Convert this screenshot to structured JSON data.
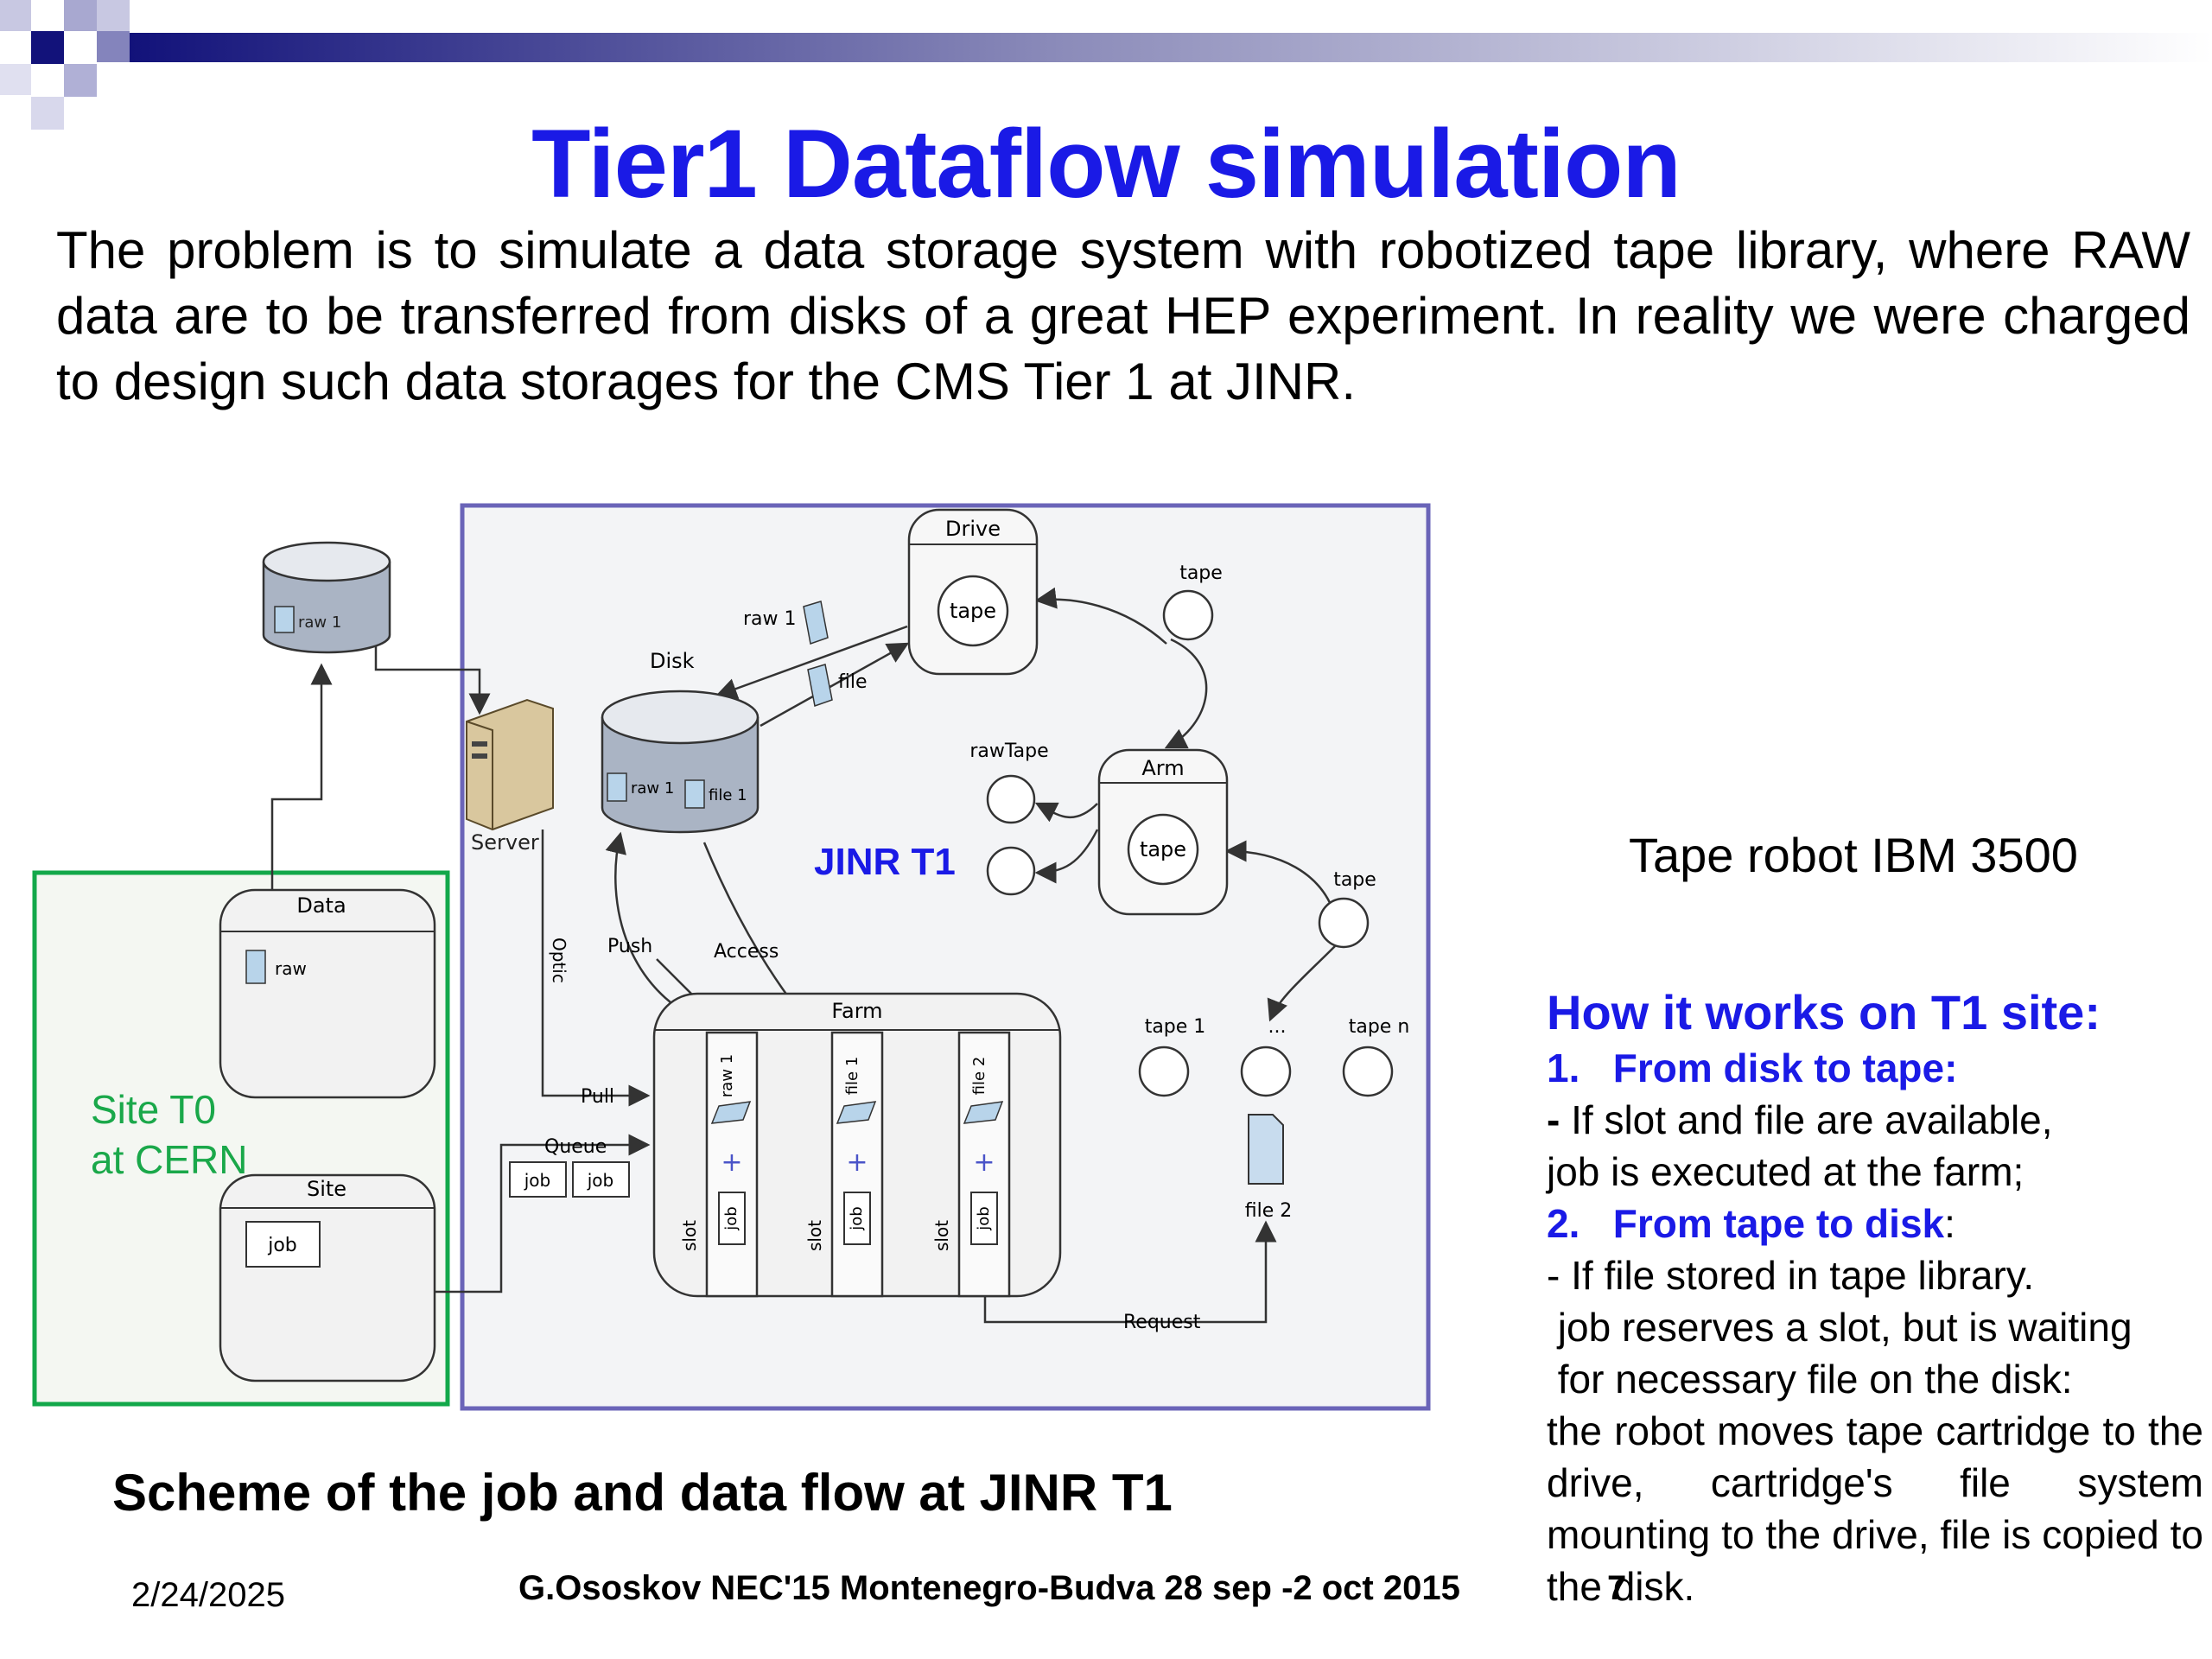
{
  "slide": {
    "title": "Tier1 Dataflow simulation",
    "intro": "The problem is to simulate a data storage system with robotized tape library, where RAW data are to be transferred from disks of a great HEP experiment. In reality we were charged to design such data storages for the CMS Tier 1 at JINR.",
    "caption": "Scheme of the job and data flow at JINR T1",
    "date": "2/24/2025",
    "footer": "G.Ososkov NEC'15 Montenegro-Budva 28 sep -2 oct 2015",
    "page_number": "7",
    "tape_robot_label": "Tape robot IBM 3500"
  },
  "how": {
    "heading": "How it works on T1 site:",
    "step1_num": "1.",
    "step1_title": "From disk to tape:",
    "step1_line1_dash": "-",
    "step1_line1": " If slot and file are available,",
    "step1_line2": "job is executed at the farm;",
    "step2_num": "2.",
    "step2_title": "From tape to disk",
    "step2_colon": ":",
    "step2_line1": "- If file stored in tape library.",
    "step2_line2": " job reserves a slot, but is waiting",
    "step2_line3": " for necessary file on the disk:",
    "step2_para": "the robot moves tape cartridge to the drive, cartridge's file system mounting to the drive, file is copied to the disk."
  },
  "diagram": {
    "jinr_label": "JINR T1",
    "site_t0_line1": "Site T0",
    "site_t0_line2": "at CERN",
    "drive": "Drive",
    "drive_tape": "tape",
    "tape_top": "tape",
    "raw1_file": "raw 1",
    "file_doc": "file",
    "disk": "Disk",
    "disk_raw1": "raw 1",
    "disk_file1": "file 1",
    "rawtape": "rawTape",
    "arm": "Arm",
    "arm_tape": "tape",
    "tape_right": "tape",
    "server": "Server",
    "cern_disk_raw1": "raw 1",
    "data": "Data",
    "data_raw": "raw",
    "site": "Site",
    "site_job": "job",
    "optic": "Optic",
    "push": "Push",
    "access": "Access",
    "pull": "Pull",
    "queue": "Queue",
    "queue_job1": "job",
    "queue_job2": "job",
    "farm": "Farm",
    "slot": "slot",
    "slot1_file": "raw 1",
    "slot2_file": "file 1",
    "slot3_file": "file 2",
    "slot_job": "job",
    "plus": "+",
    "tape1": "tape 1",
    "tape_dots": "...",
    "tapen": "tape n",
    "file2": "file 2",
    "request": "Request"
  },
  "colors": {
    "title_blue": "#1a1ae6",
    "jinr_frame": "#6a64b8",
    "cern_frame": "#12a84a",
    "cern_text": "#1aa84a",
    "header_navy": "#12127a"
  }
}
